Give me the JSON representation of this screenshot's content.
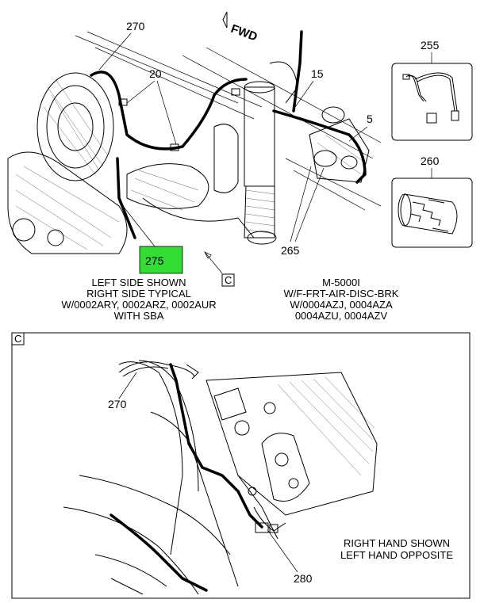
{
  "top_view": {
    "fwd": "FWD",
    "callouts": {
      "c270": "270",
      "c20": "20",
      "c15": "15",
      "c5": "5",
      "c265": "265",
      "c275": "275"
    },
    "highlight_color": "#33dd33",
    "section_marker": "C",
    "caption_left": [
      "LEFT SIDE SHOWN",
      "RIGHT SIDE TYPICAL",
      "W/0002ARY, 0002ARZ, 0002AUR",
      "WITH SBA"
    ],
    "caption_right": [
      "M-5000I",
      "W/F-FRT-AIR-DISC-BRK",
      "W/0004AZJ, 0004AZA",
      "0004AZU, 0004AZV"
    ]
  },
  "parts": {
    "p255": "255",
    "p260": "260"
  },
  "detail_c": {
    "label": "C",
    "callouts": {
      "c270": "270",
      "c280": "280"
    },
    "caption": [
      "RIGHT HAND SHOWN",
      "LEFT HAND OPPOSITE"
    ]
  }
}
